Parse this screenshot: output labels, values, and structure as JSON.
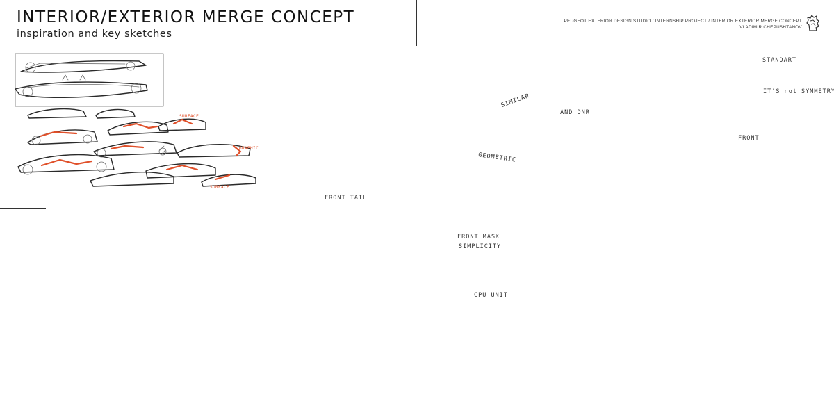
{
  "header": {
    "title": "INTERIOR/EXTERIOR MERGE CONCEPT",
    "subtitle": "inspiration and key sketches"
  },
  "credits": {
    "line1": "PEUGEOT EXTERIOR DESIGN STUDIO / INTERNSHIP PROJECT / INTERIOR EXTERIOR MERGE CONCEPT",
    "line2": "VLADIMIR CHEPUSHTANOV"
  },
  "brand": {
    "logo_icon": "lion-logo-icon"
  },
  "annotations": {
    "standart": "STANDART",
    "similar": "SIMILAR",
    "and_dnr": "AND DNR",
    "its_not_symmetry": "IT'S not SYMMETRY",
    "front_tail": "FRONT   TAIL",
    "geometric": "GEOMETRIC",
    "front_mask_1": "FRONT MASK",
    "front_mask_2": "SIMPLICITY",
    "cpu_unit": "CPU UNIT",
    "front": "FRONT",
    "red_note_1": "SURFACE",
    "red_note_2": "GRAPHIC",
    "red_note_3": "SURFACE"
  },
  "colors": {
    "background": "#ffffff",
    "ink": "#1b1b1b",
    "accent_red": "#e0502a"
  }
}
